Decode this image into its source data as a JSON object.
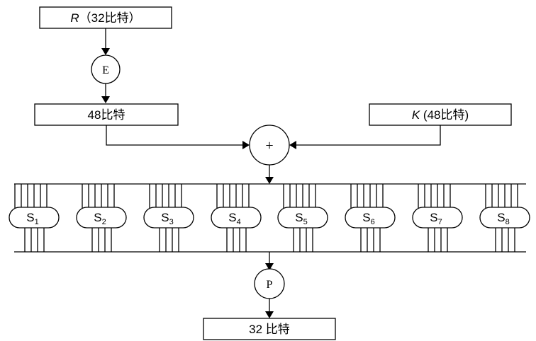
{
  "top_box": {
    "var": "R",
    "text": "（32比特）"
  },
  "expansion": {
    "label": "E"
  },
  "expanded_box": {
    "text": "48比特"
  },
  "key_box": {
    "var": "K",
    "text": " (48比特)"
  },
  "xor": {
    "symbol": "+"
  },
  "sboxes": [
    {
      "label": "S",
      "sub": "1"
    },
    {
      "label": "S",
      "sub": "2"
    },
    {
      "label": "S",
      "sub": "3"
    },
    {
      "label": "S",
      "sub": "4"
    },
    {
      "label": "S",
      "sub": "5"
    },
    {
      "label": "S",
      "sub": "6"
    },
    {
      "label": "S",
      "sub": "7"
    },
    {
      "label": "S",
      "sub": "8"
    }
  ],
  "permutation": {
    "label": "P"
  },
  "output_box": {
    "text": "32 比特"
  }
}
